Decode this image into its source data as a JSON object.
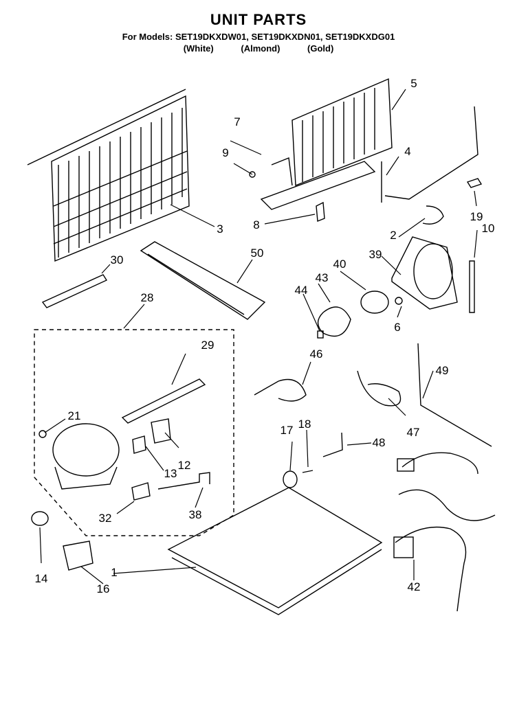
{
  "header": {
    "title": "UNIT PARTS",
    "models": "For Models: SET19DKXDW01, SET19DKXDN01, SET19DKXDG01",
    "colors": [
      "(White)",
      "(Almond)",
      "(Gold)"
    ]
  },
  "callouts": [
    "1",
    "2",
    "3",
    "4",
    "5",
    "6",
    "7",
    "8",
    "9",
    "10",
    "12",
    "13",
    "14",
    "16",
    "17",
    "18",
    "19",
    "21",
    "28",
    "29",
    "30",
    "32",
    "38",
    "39",
    "40",
    "42",
    "43",
    "44",
    "46",
    "47",
    "48",
    "49",
    "50"
  ]
}
